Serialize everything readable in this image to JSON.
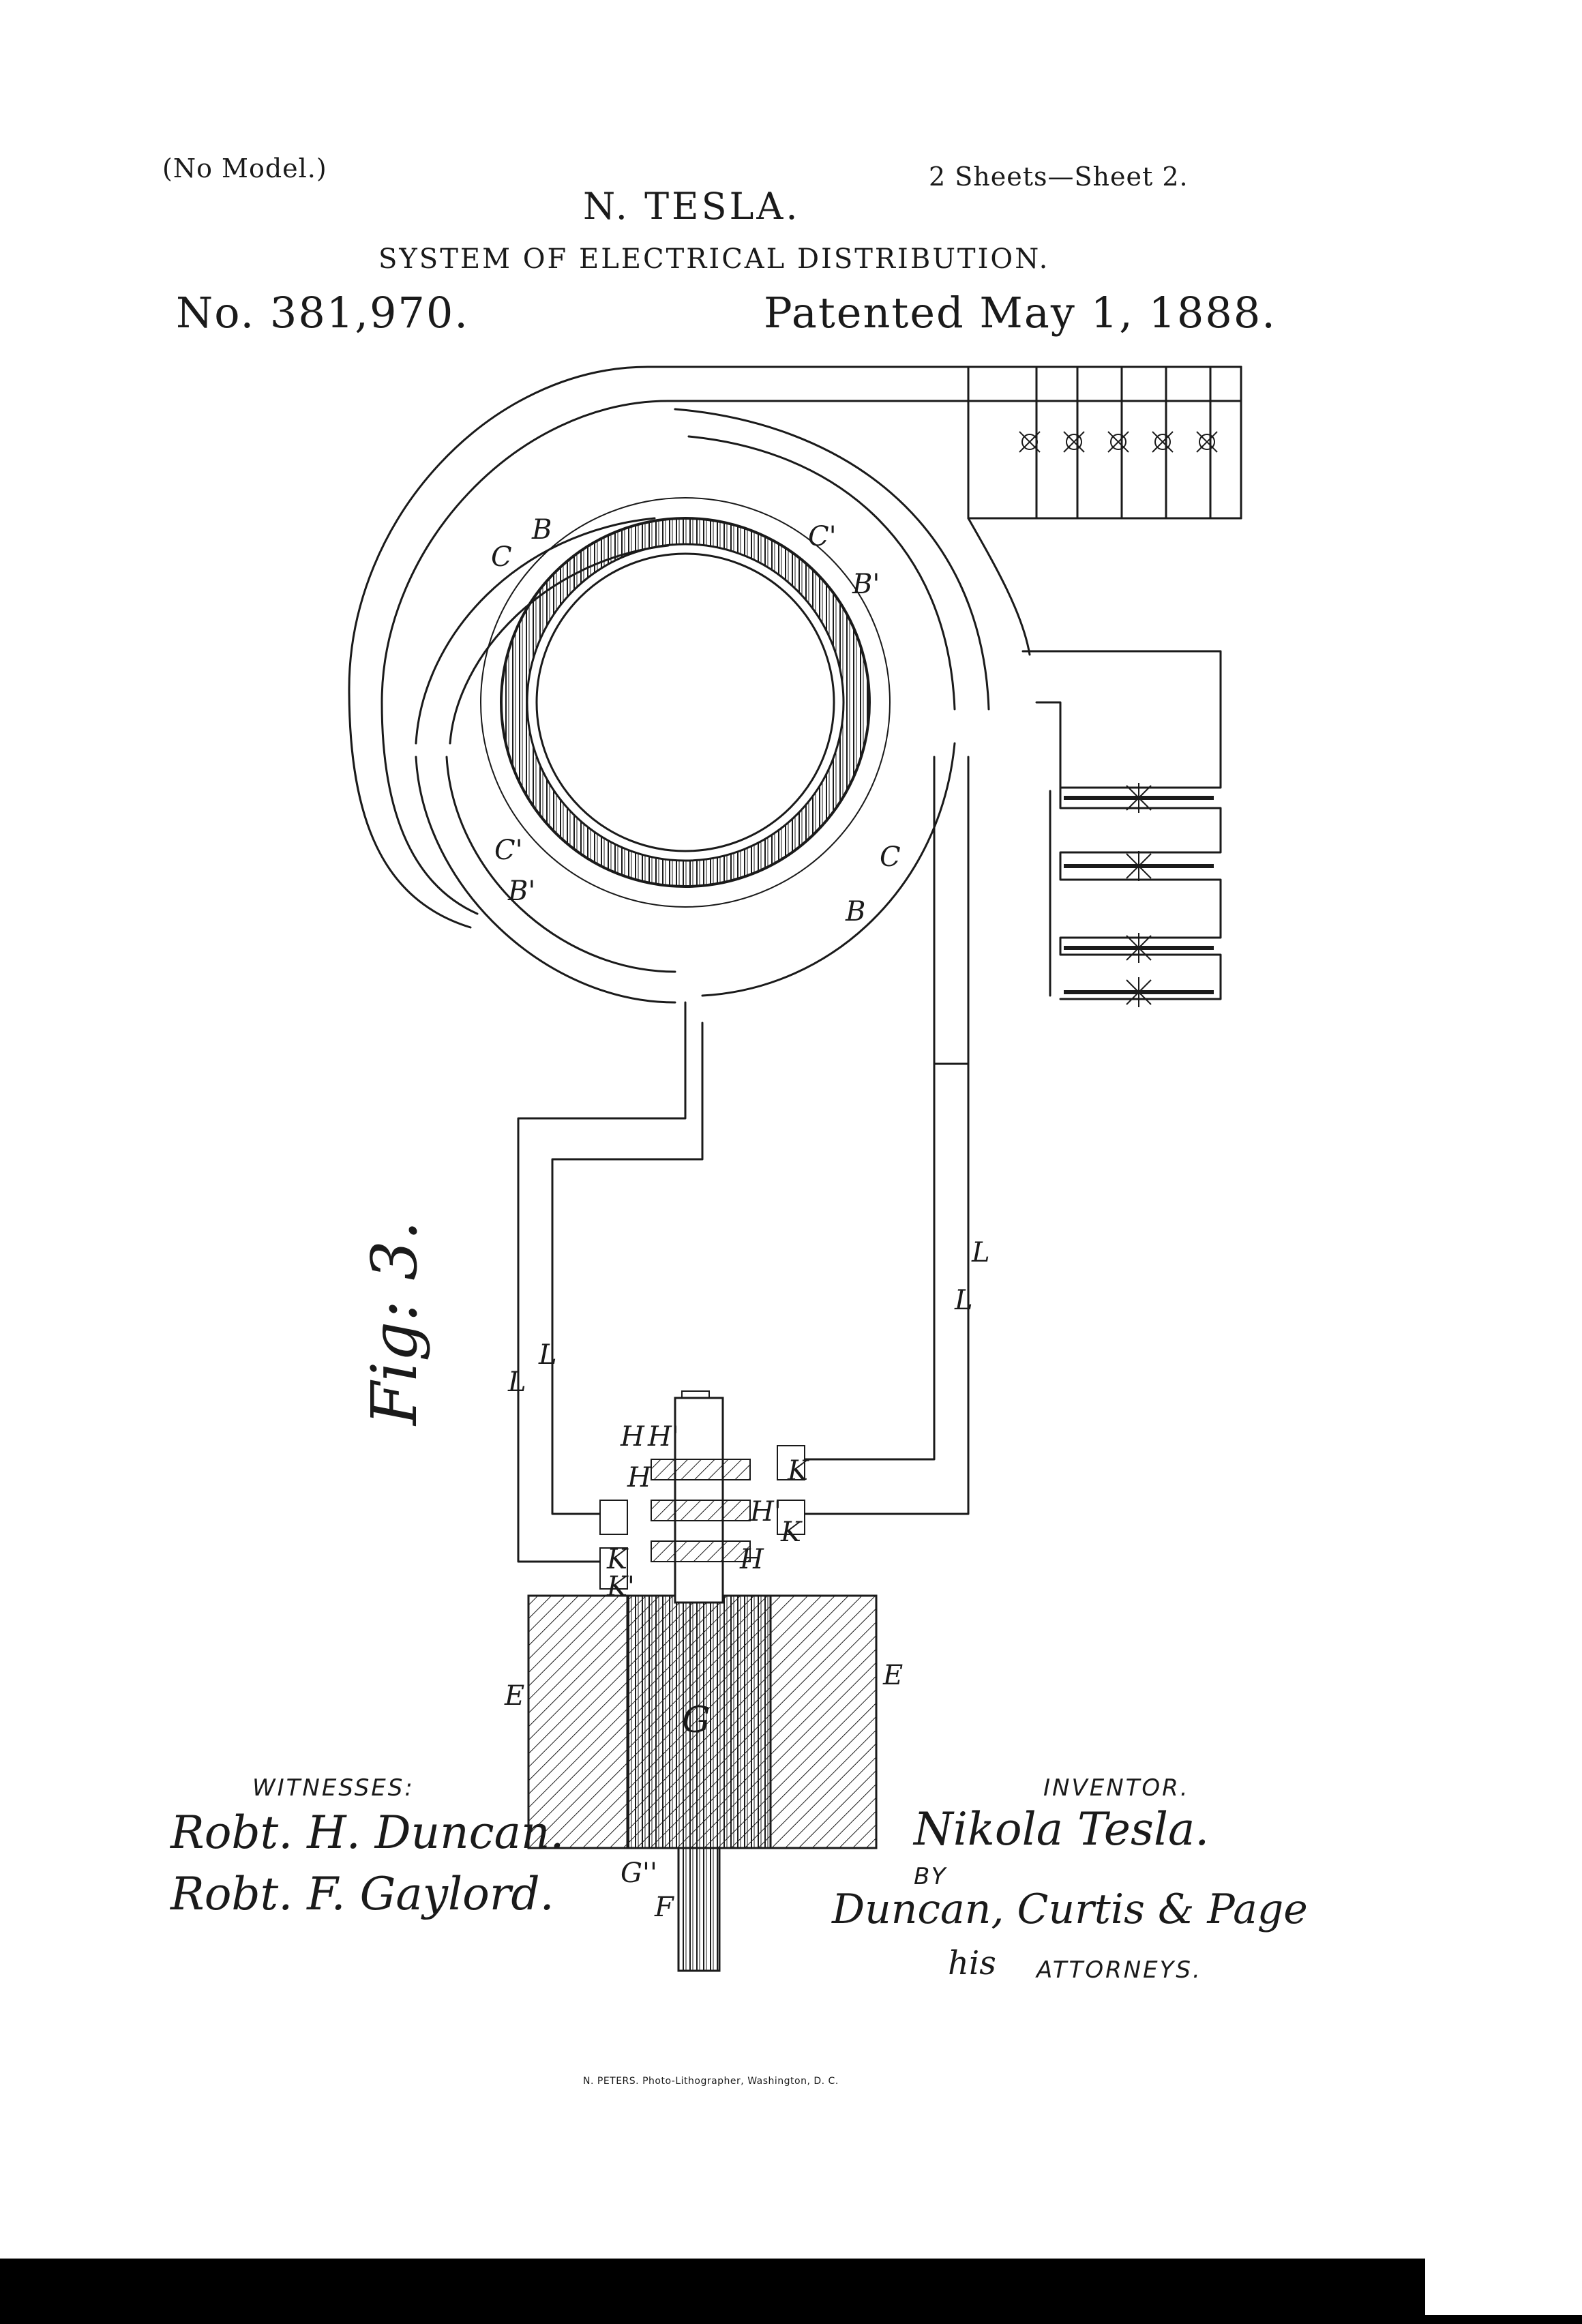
{
  "header": {
    "model_note": "(No Model.)",
    "sheets": "2 Sheets—Sheet 2.",
    "inventor_name": "N. TESLA.",
    "title": "SYSTEM OF ELECTRICAL DISTRIBUTION.",
    "patent_number": "No. 381,970.",
    "patented_date": "Patented May 1, 1888."
  },
  "figure": {
    "label": "Fig: 3.",
    "labels": {
      "B": "B",
      "B_prime": "B'",
      "C": "C",
      "C_prime": "C'",
      "E": "E",
      "F": "F",
      "G": "G",
      "G_double": "G''",
      "H": "H",
      "H_prime": "H'",
      "K": "K",
      "K_prime": "K'",
      "L": "L"
    }
  },
  "signatures": {
    "witnesses_label": "WITNESSES:",
    "witness_1": "Robt. H. Duncan.",
    "witness_2": "Robt. F. Gaylord.",
    "inventor_label": "INVENTOR.",
    "inventor_signature": "Nikola Tesla.",
    "by_label": "BY",
    "attorneys_signature": "Duncan, Curtis & Page",
    "his_label": "his",
    "attorneys_label": "ATTORNEYS."
  },
  "footer": {
    "lithographer": "N. PETERS. Photo-Lithographer, Washington, D. C."
  }
}
